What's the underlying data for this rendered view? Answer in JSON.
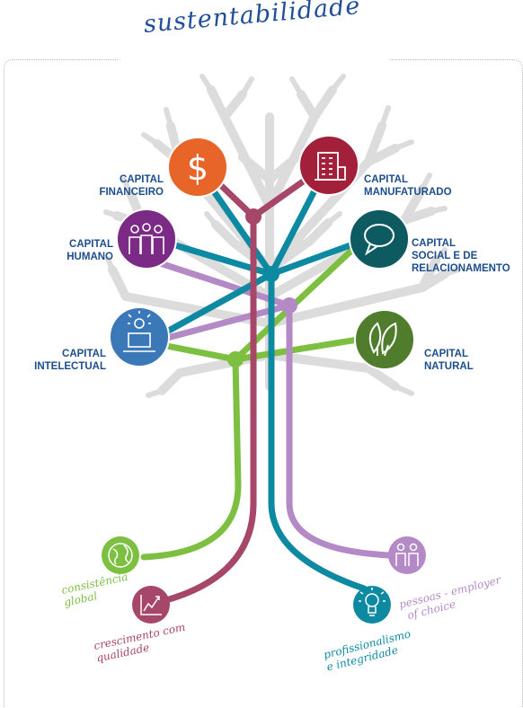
{
  "title": "sustentabilidade",
  "capitals": [
    {
      "id": "financeiro",
      "lines": [
        "CAPITAL",
        "FINANCEIRO"
      ],
      "color": "#e8652a",
      "icon": "dollar-icon"
    },
    {
      "id": "manufaturado",
      "lines": [
        "CAPITAL",
        "MANUFATURADO"
      ],
      "color": "#a3203a",
      "icon": "factory-icon"
    },
    {
      "id": "humano",
      "lines": [
        "CAPITAL",
        "HUMANO"
      ],
      "color": "#7b2a86",
      "icon": "people-icon"
    },
    {
      "id": "social",
      "lines": [
        "CAPITAL",
        "SOCIAL E DE",
        "RELACIONAMENTO"
      ],
      "color": "#0d5a61",
      "icon": "speech-bubble-icon"
    },
    {
      "id": "intelectual",
      "lines": [
        "CAPITAL",
        "INTELECTUAL"
      ],
      "color": "#3a78b8",
      "icon": "idea-laptop-icon"
    },
    {
      "id": "natural",
      "lines": [
        "CAPITAL",
        "NATURAL"
      ],
      "color": "#4f7d2c",
      "icon": "leaves-icon"
    }
  ],
  "outcomes": [
    {
      "id": "consistencia",
      "lines": [
        "consistência",
        "global"
      ],
      "color": "#7dbf41",
      "icon": "globe-icon"
    },
    {
      "id": "crescimento",
      "lines": [
        "crescimento com",
        "qualidade"
      ],
      "color": "#a64668",
      "icon": "growth-chart-icon"
    },
    {
      "id": "pessoas",
      "lines": [
        "pessoas - employer",
        "of choice"
      ],
      "color": "#b48ac6",
      "icon": "people-icon"
    },
    {
      "id": "profissionalismo",
      "lines": [
        "profissionalismo",
        "e integridade"
      ],
      "color": "#0d8aa2",
      "icon": "lightbulb-icon"
    }
  ],
  "colors": {
    "teal": "#0d8aa2",
    "maroon": "#a64668",
    "lavender": "#b48ac6",
    "green": "#7dbf41",
    "tree": "#d8d8d8",
    "label": "#1d4e8c",
    "title": "#1f4e9a"
  }
}
